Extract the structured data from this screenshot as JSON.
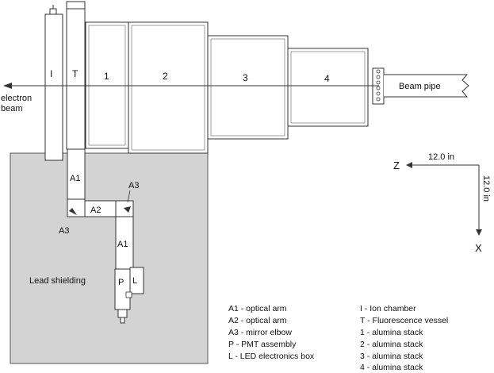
{
  "chambers": {
    "ion": "I",
    "fluorescence": "T",
    "s1": "1",
    "s2": "2",
    "s3": "3",
    "s4": "4"
  },
  "beam": {
    "electron_line1": "electron",
    "electron_line2": "beam",
    "pipe_label": "Beam pipe"
  },
  "optics": {
    "a1_top": "A1",
    "a2": "A2",
    "a3_right": "A3",
    "a3_left": "A3",
    "a1_lower": "A1",
    "p": "P",
    "l": "L"
  },
  "shielding_label": "Lead shielding",
  "axes": {
    "z": "Z",
    "x": "X",
    "z_scale": "12.0 in",
    "x_scale": "12.0 in"
  },
  "legend_left": [
    "A1 - optical arm",
    "A2 - optical arm",
    "A3 - mirror elbow",
    "P - PMT assembly",
    "L - LED electronics box"
  ],
  "legend_right": [
    "I - Ion chamber",
    "T - Fluorescence vessel",
    "1 - alumina stack",
    "2 - alumina stack",
    "3 - alumina stack",
    "4 - alumina stack"
  ],
  "colors": {
    "shielding": "#d3d3d3",
    "line": "#333333"
  }
}
